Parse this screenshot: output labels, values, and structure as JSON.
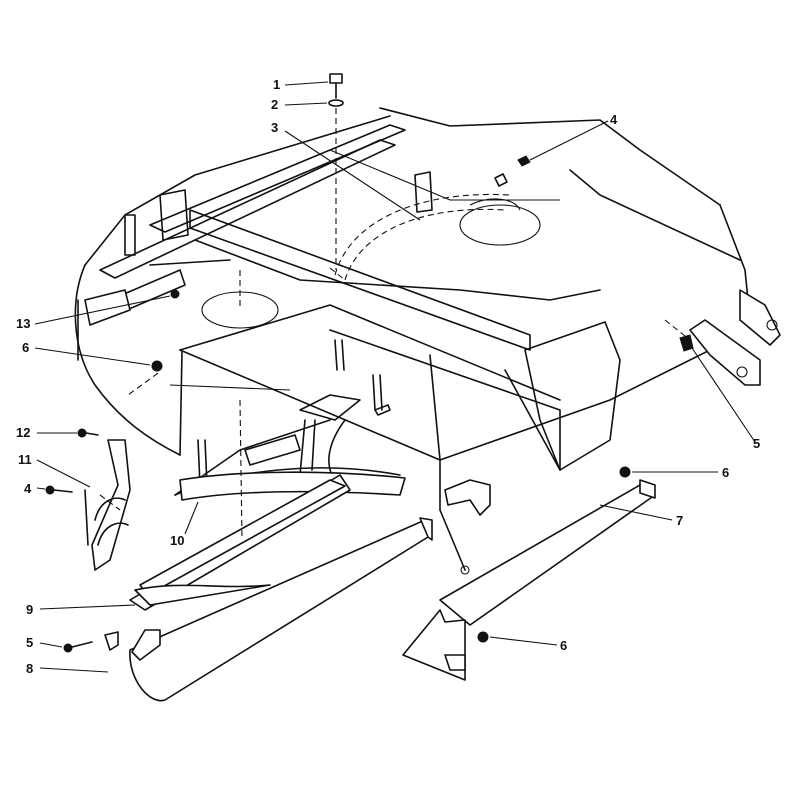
{
  "diagram": {
    "callouts": [
      {
        "id": "c1",
        "label": "1"
      },
      {
        "id": "c2",
        "label": "2"
      },
      {
        "id": "c3",
        "label": "3"
      },
      {
        "id": "c4a",
        "label": "4"
      },
      {
        "id": "c13",
        "label": "13"
      },
      {
        "id": "c6a",
        "label": "6"
      },
      {
        "id": "c5a",
        "label": "5"
      },
      {
        "id": "c12",
        "label": "12"
      },
      {
        "id": "c11",
        "label": "11"
      },
      {
        "id": "c4b",
        "label": "4"
      },
      {
        "id": "c6b",
        "label": "6"
      },
      {
        "id": "c7",
        "label": "7"
      },
      {
        "id": "c10",
        "label": "10"
      },
      {
        "id": "c9",
        "label": "9"
      },
      {
        "id": "c5b",
        "label": "5"
      },
      {
        "id": "c6c",
        "label": "6"
      },
      {
        "id": "c8",
        "label": "8"
      }
    ]
  }
}
